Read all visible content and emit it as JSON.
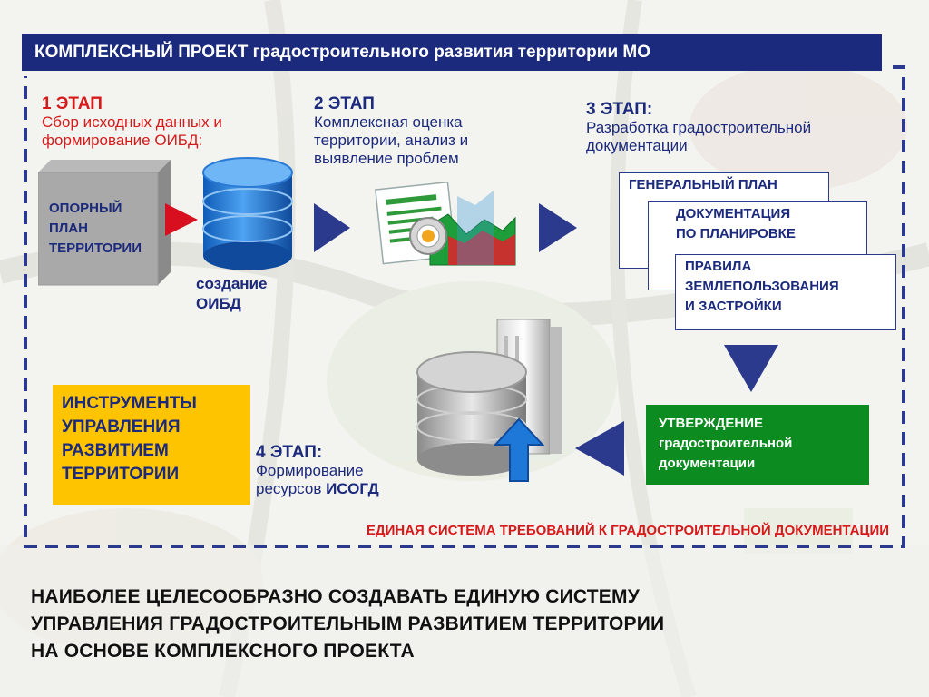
{
  "title": "КОМПЛЕКСНЫЙ ПРОЕКТ градостроительного развития территории МО",
  "stage1": {
    "number": "1 ЭТАП",
    "text_line1": "Сбор исходных данных и",
    "text_line2": "формирование ОИБД:",
    "plan_box": [
      "ОПОРНЫЙ",
      "ПЛАН",
      "ТЕРРИТОРИИ"
    ],
    "db_caption": [
      "создание",
      "ОИБД"
    ]
  },
  "stage2": {
    "number": "2 ЭТАП",
    "text_lines": [
      "Комплексная оценка",
      "территории, анализ и",
      "выявление проблем"
    ]
  },
  "stage3": {
    "number": "3 ЭТАП:",
    "text_lines": [
      "Разработка градостроительной",
      "документации"
    ],
    "docs": {
      "general_plan": "ГЕНЕРАЛЬНЫЙ ПЛАН",
      "planning_docs": [
        "ДОКУМЕНТАЦИЯ",
        "ПО ПЛАНИРОВКЕ"
      ],
      "rules": [
        "ПРАВИЛА",
        "ЗЕМЛЕПОЛЬЗОВАНИЯ",
        "И ЗАСТРОЙКИ"
      ]
    }
  },
  "approval": [
    "УТВЕРЖДЕНИЕ",
    "градостроительной",
    "документации"
  ],
  "stage4": {
    "number": "4 ЭТАП:",
    "text_line1": "Формирование",
    "text_line2_prefix": "ресурсов ",
    "text_line2_bold": "ИСОГД"
  },
  "instruments": [
    "ИНСТРУМЕНТЫ",
    "УПРАВЛЕНИЯ",
    "РАЗВИТИЕМ",
    "ТЕРРИТОРИИ"
  ],
  "unified_system": "ЕДИНАЯ СИСТЕМА ТРЕБОВАНИЙ К ГРАДОСТРОИТЕЛЬНОЙ ДОКУМЕНТАЦИИ",
  "conclusion": [
    "НАИБОЛЕЕ ЦЕЛЕСООБРАЗНО СОЗДАВАТЬ ЕДИНУЮ СИСТЕМУ",
    "УПРАВЛЕНИЯ ГРАДОСТРОИТЕЛЬНЫМ РАЗВИТИЕМ ТЕРРИТОРИИ",
    "НА ОСНОВЕ КОМПЛЕКСНОГО ПРОЕКТА"
  ],
  "colors": {
    "navy": "#1b2a7c",
    "red": "#d61a1a",
    "yellow": "#ffc400",
    "green": "#0c8c20",
    "db_blue": "#1e78d8"
  },
  "icons": [
    "database-icon",
    "document-chart-icon",
    "server-database-icon",
    "upload-arrow-icon"
  ]
}
